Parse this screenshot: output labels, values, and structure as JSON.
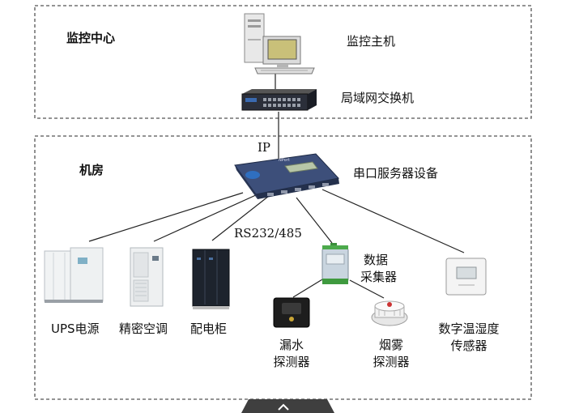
{
  "sections": {
    "monitor_center": "监控中心",
    "machine_room": "机房"
  },
  "devices": {
    "monitor_host": "监控主机",
    "lan_switch": "局域网交换机",
    "serial_server": "串口服务器设备",
    "ups": "UPS电源",
    "precision_ac": "精密空调",
    "distribution_cabinet": "配电柜",
    "data_collector_line1": "数据",
    "data_collector_line2": "采集器",
    "water_leak_line1": "漏水",
    "water_leak_line2": "探测器",
    "smoke_line1": "烟雾",
    "smoke_line2": "探测器",
    "temp_humidity_line1": "数字温湿度",
    "temp_humidity_line2": "传感器"
  },
  "links": {
    "ip": "IP",
    "rs_bus": "RS232/485"
  },
  "icons": [
    "computer-icon",
    "switch-icon",
    "serial-server-icon",
    "ups-icon",
    "air-conditioner-icon",
    "cabinet-icon",
    "collector-icon",
    "water-sensor-icon",
    "smoke-detector-icon",
    "thermostat-icon",
    "chevron-up-icon"
  ]
}
